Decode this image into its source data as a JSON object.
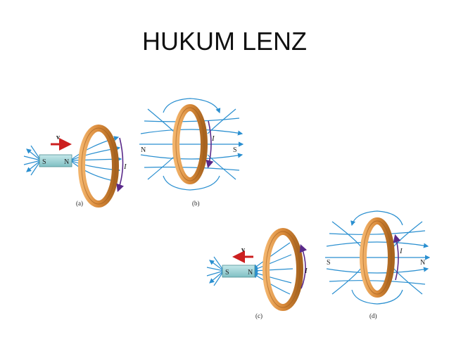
{
  "slide": {
    "title": "HUKUM LENZ"
  },
  "panels": {
    "a": {
      "caption": "(a)",
      "magnet_south": "S",
      "magnet_north": "N",
      "velocity": "v",
      "current": "I"
    },
    "b": {
      "caption": "(b)",
      "pole_left": "N",
      "pole_right": "S",
      "current": "I"
    },
    "c": {
      "caption": "(c)",
      "magnet_south": "S",
      "magnet_north": "N",
      "velocity": "v",
      "current": "I"
    },
    "d": {
      "caption": "(d)",
      "pole_left": "S",
      "pole_right": "N",
      "current": "I"
    }
  },
  "colors": {
    "field_line": "#2a8fd0",
    "ring": "#d98a3a",
    "ring_dark": "#9c5a1c",
    "magnet": "#9fd3d6",
    "velocity_arrow": "#cc1f1f",
    "current_arrow": "#5a2a8a"
  }
}
